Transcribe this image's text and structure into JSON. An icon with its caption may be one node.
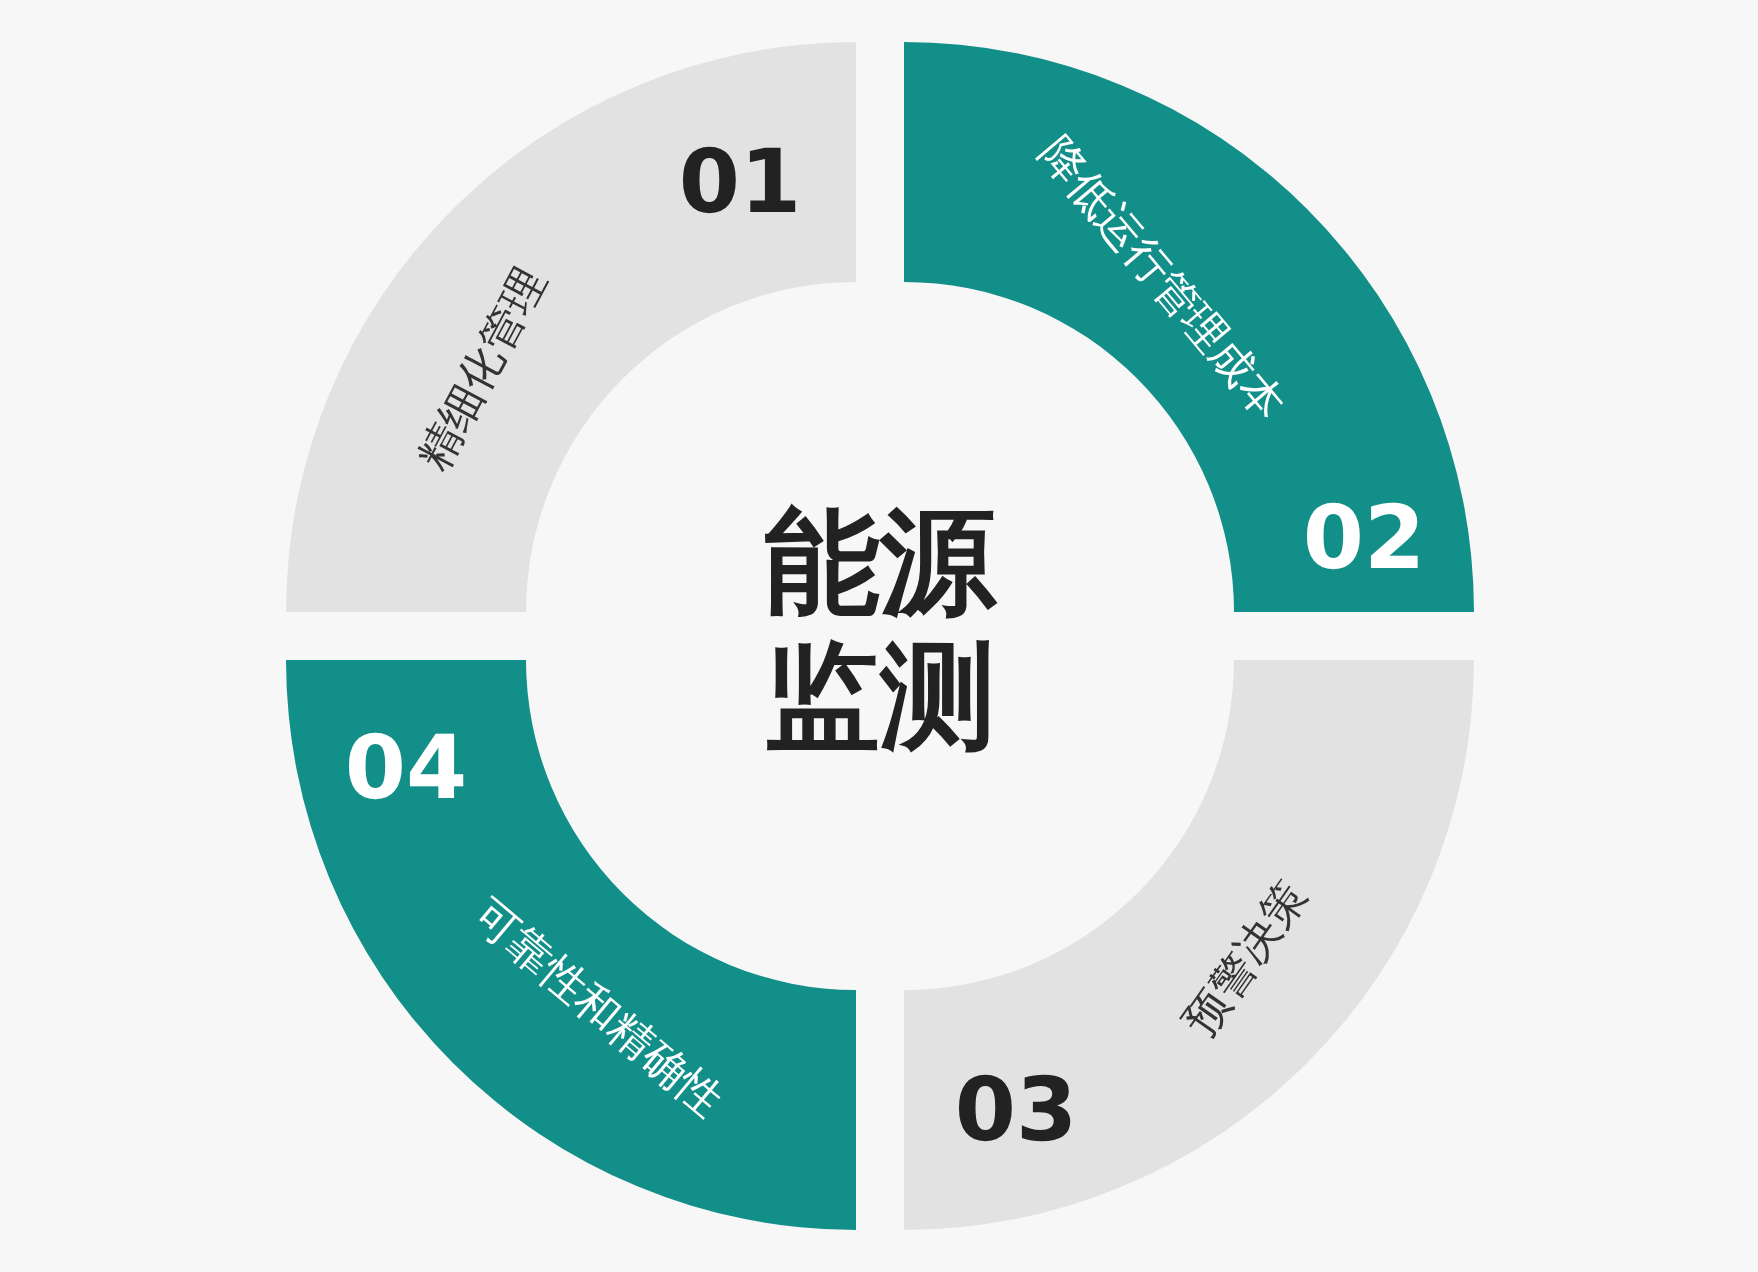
{
  "diagram": {
    "nodes": [
      {
        "text": [
          "01",
          "精细化管理"
        ]
      },
      {
        "text": [
          "降低运行管理成本",
          "02"
        ]
      },
      {
        "text": [
          "预警决策",
          "03"
        ]
      },
      {
        "text": [
          "04",
          "可靠性和精确性"
        ]
      },
      {
        "text": [
          "能源监测"
        ]
      }
    ]
  }
}
